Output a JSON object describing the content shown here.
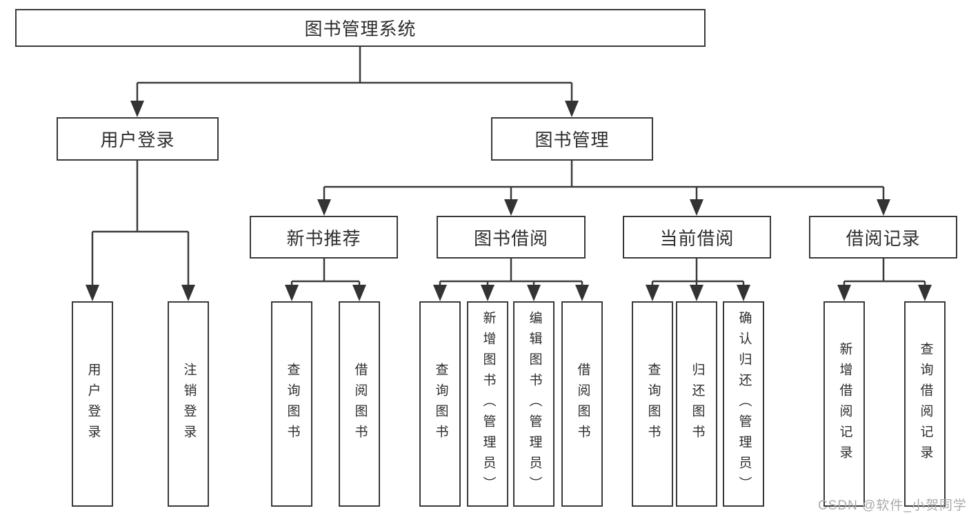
{
  "diagram": {
    "root": {
      "label": "图书管理系统"
    },
    "level2": {
      "user_login": {
        "label": "用户登录"
      },
      "book_management": {
        "label": "图书管理"
      }
    },
    "level3": {
      "new_book_recommend": {
        "label": "新书推荐"
      },
      "book_borrow": {
        "label": "图书借阅"
      },
      "current_borrow": {
        "label": "当前借阅"
      },
      "borrow_record": {
        "label": "借阅记录"
      }
    },
    "leaves": {
      "user_login": [
        "用户登录",
        "注销登录"
      ],
      "new_book_recommend": [
        "查询图书",
        "借阅图书"
      ],
      "book_borrow": [
        "查询图书",
        "新增图书（管理员）",
        "编辑图书（管理员）",
        "借阅图书"
      ],
      "current_borrow": [
        "查询图书",
        "归还图书",
        "确认归还（管理员）"
      ],
      "borrow_record": [
        "新增借阅记录",
        "查询借阅记录"
      ]
    }
  },
  "watermark": {
    "text": "CSDN @软件_小贺同学"
  },
  "colors": {
    "line": "#3a3a3a",
    "box_border": "#383838",
    "text": "#2d2d2d",
    "background": "#ffffff",
    "watermark": "#ababab"
  }
}
